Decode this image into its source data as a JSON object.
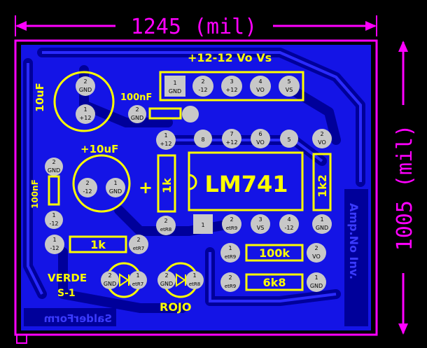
{
  "dimensions": {
    "width_label": "1245 (mil)",
    "height_label": "1005 (mil)"
  },
  "header_label": "+12-12 Vo Vs",
  "ic_label": "LM741",
  "board_labels": {
    "cap1": "10uF",
    "cap2": "100nF",
    "cap3": "+10uF",
    "cap4": "100nF",
    "plus": "+",
    "r1": "1k",
    "r2": "1k",
    "r3": "1k2",
    "r4": "100k",
    "r5": "6k8",
    "led1": "VERDE",
    "led2": "ROJO",
    "s1": "S-1",
    "brand": "SalderForm",
    "title_mirror": "Amp.No Inv.",
    "pad_gnd": "GND",
    "pad_p12": "+12",
    "pad_m12": "-12",
    "pad_vo": "VO",
    "pad_vs": "VS",
    "pad_retr7": "etR7",
    "pad_retr8": "etR8",
    "pad_retr9": "etR9"
  },
  "colors": {
    "board_fill": "#0000d0",
    "copper": "#1e1ef0",
    "trace": "#00008c",
    "silk": "#ffff00",
    "dimension": "#ff00ff",
    "pad": "#c8c8c8"
  }
}
